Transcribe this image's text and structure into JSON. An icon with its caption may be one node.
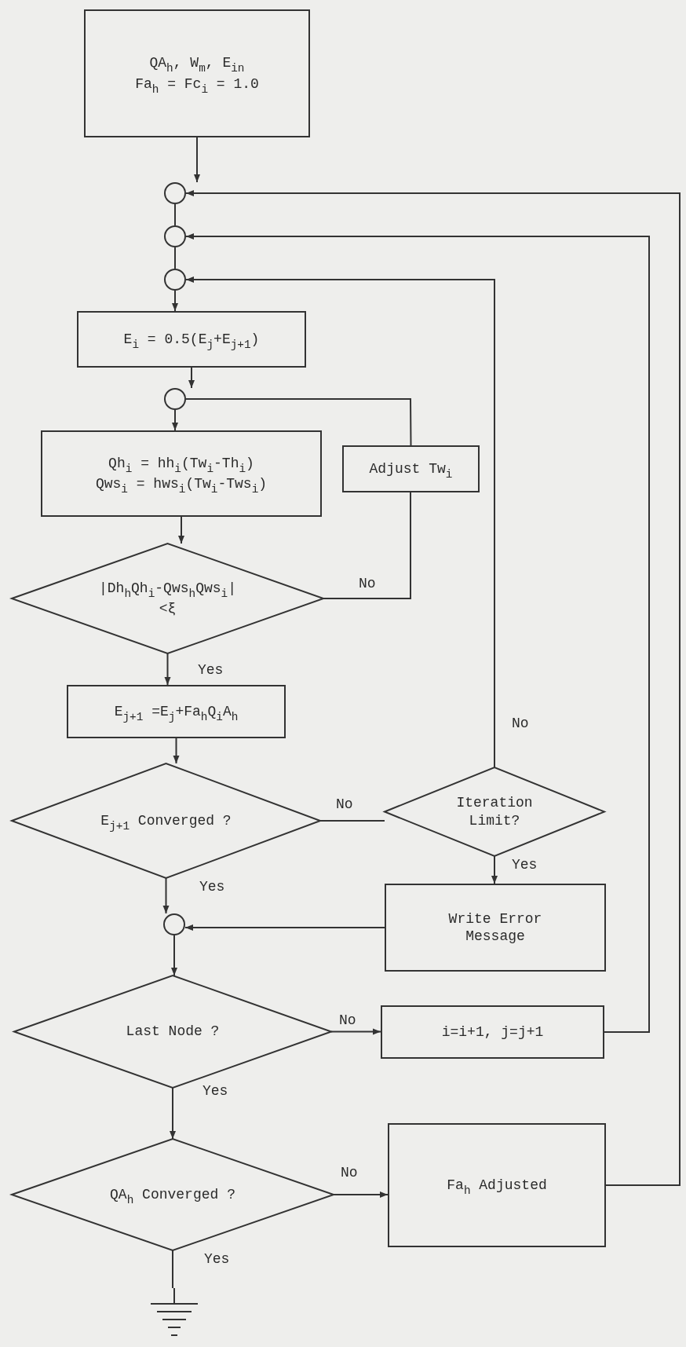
{
  "diagram": {
    "nodes": [
      {
        "text": [
          "QA$_{h}$, W$_{m}$, E$_{in}$",
          "Fa$_{h}$ = Fc$_{i}$ = 1.0"
        ]
      },
      {
        "text": [],
        "shape": "circle"
      },
      {
        "text": [],
        "shape": "circle"
      },
      {
        "text": [],
        "shape": "circle"
      },
      {
        "text": [
          "E$_{i}$ = 0.5(E$_{j}$+E$_{j+1}$)"
        ]
      },
      {
        "text": [],
        "shape": "circle"
      },
      {
        "text": [
          "Qh$_{i}$ = hh$_{i}$(Tw$_{i}$-Th$_{i}$)",
          "Qws$_{i}$ = hws$_{i}$(Tw$_{i}$-Tws$_{i}$)"
        ]
      },
      {
        "text": [
          "Adjust Tw$_{i}$"
        ]
      },
      {
        "text": [
          "|Dh$_{h}$Qh$_{i}$-Qws$_{h}$Qws$_{i}$|",
          "<ξ"
        ]
      },
      {
        "text": [
          "E$_{j+1}$ =E$_{j}$+Fa$_{h}$Q$_{i}$A$_{h}$"
        ]
      },
      {
        "text": [
          "E$_{j+1}$ Converged ?"
        ]
      },
      {
        "text": [
          "Iteration Limit?"
        ]
      },
      {
        "text": [
          "Write Error Message"
        ]
      },
      {
        "text": [],
        "shape": "circle"
      },
      {
        "text": [
          "Last Node ?"
        ]
      },
      {
        "text": [
          "i=i+1, j=j+1"
        ]
      },
      {
        "text": [
          "QA$_{h}$ Converged ?"
        ]
      },
      {
        "text": [
          "Fa$_{h}$ Adjusted"
        ]
      },
      {
        "text": [],
        "shape": "ground"
      }
    ],
    "edges": [
      {
        "from": 0,
        "to": 1,
        "arrow": "to"
      },
      {
        "from": 1,
        "to": 2,
        "arrow": "none"
      },
      {
        "from": 2,
        "to": 3,
        "arrow": "none"
      },
      {
        "from": 3,
        "to": 4,
        "arrow": "to"
      },
      {
        "from": 4,
        "to": 5,
        "arrow": "to"
      },
      {
        "from": 5,
        "to": 6,
        "arrow": "to"
      },
      {
        "from": 6,
        "to": 8,
        "arrow": "to"
      },
      {
        "from": 8,
        "to": 9,
        "arrow": "to",
        "label": "Yes"
      },
      {
        "from": 8,
        "to": 7,
        "arrow": "none",
        "label": "No"
      },
      {
        "from": 7,
        "to": 5,
        "arrow": "none"
      },
      {
        "from": 9,
        "to": 10,
        "arrow": "to"
      },
      {
        "from": 10,
        "to": 11,
        "arrow": "none",
        "label": "No"
      },
      {
        "from": 11,
        "to": 3,
        "arrow": "to",
        "label": "No"
      },
      {
        "from": 11,
        "to": 12,
        "arrow": "to",
        "label": "Yes"
      },
      {
        "from": 12,
        "to": 13,
        "arrow": "to"
      },
      {
        "from": 10,
        "to": 13,
        "arrow": "to",
        "label": "Yes"
      },
      {
        "from": 13,
        "to": 14,
        "arrow": "to"
      },
      {
        "from": 14,
        "to": 15,
        "arrow": "to",
        "label": "No"
      },
      {
        "from": 15,
        "to": 2,
        "arrow": "to"
      },
      {
        "from": 14,
        "to": 16,
        "arrow": "to",
        "label": "Yes"
      },
      {
        "from": 16,
        "to": 17,
        "arrow": "to",
        "label": "No"
      },
      {
        "from": 17,
        "to": 1,
        "arrow": "to"
      },
      {
        "from": 16,
        "to": 18,
        "arrow": "none",
        "label": "Yes"
      }
    ]
  }
}
